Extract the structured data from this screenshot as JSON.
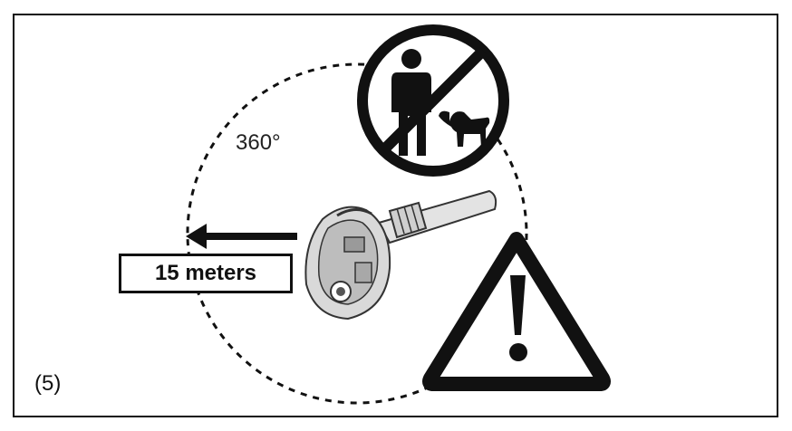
{
  "diagram": {
    "angle_label": "360°",
    "distance_label": "15 meters",
    "figure_number": "(5)"
  },
  "icons": {
    "prohibition": "no-people-or-animals-icon",
    "warning": "warning-triangle-icon",
    "device": "leaf-blower-illustration",
    "arrow": "left-arrow-icon"
  },
  "colors": {
    "ink": "#111111",
    "background": "#ffffff",
    "device_gray": "#d9d9d9"
  }
}
